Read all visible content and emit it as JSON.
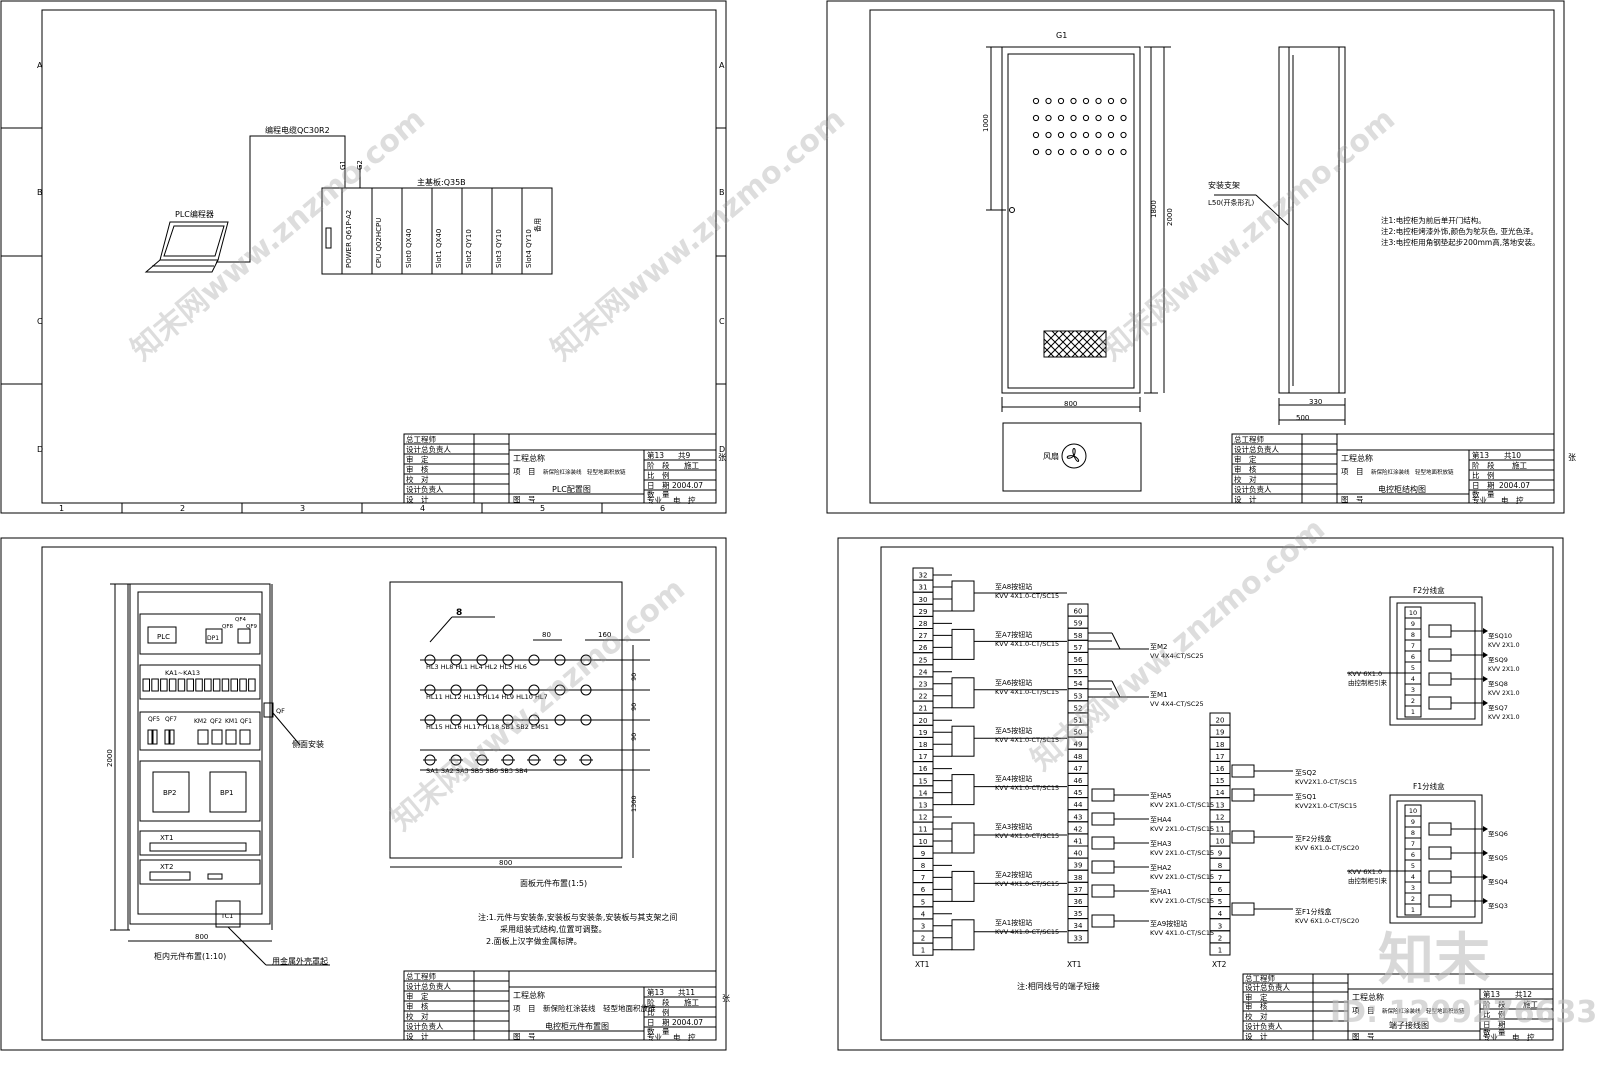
{
  "sheet1": {
    "cable": "编程电缆QC30R2",
    "laptop": "PLC编程器",
    "baseboard": "主基板:Q35B",
    "g_labels": [
      "G1",
      "G2"
    ],
    "modules": [
      "POWER Q61P-A2",
      "CPU Q02HCPU",
      "Slot0 QX40",
      "Slot1 QX40",
      "Slot2 QY10",
      "Slot3 QY10",
      "Slot4 QY10",
      "备用"
    ],
    "rows": [
      "A",
      "B",
      "C",
      "D"
    ],
    "cols": [
      "1",
      "2",
      "3",
      "4",
      "5",
      "6"
    ],
    "tb": {
      "left": [
        "总工程师",
        "设计总负责人",
        "审　定",
        "审　核",
        "校　对",
        "设计负责人",
        "设　计"
      ],
      "project_label": "工程总称",
      "item_label": "项　目",
      "item_value": "新保险杠涂装线　轻型地面积放链",
      "drawing_title": "PLC配置图",
      "drawing_no_label": "图　号",
      "right": [
        "第13",
        "共9",
        "阶　段",
        "施工",
        "比　例",
        "日　期",
        "2004.07",
        "数　量",
        "专业",
        "电　控"
      ]
    }
  },
  "sheet2": {
    "cabinet": "G1",
    "dims": {
      "height_top": "1000",
      "height_mid": "1800",
      "height_all": "2000",
      "width": "800",
      "depth1": "330",
      "depth2": "500"
    },
    "bracket": "安装支架",
    "bracket2": "L50(开条形孔)",
    "fan": "风扇",
    "notes": [
      "注1:电控柜为前后单开门结构。",
      "注2:电控柜烤漆外饰,颜色为鸵灰色, 亚光色泽。",
      "注3:电控柜用角钢垫起步200mm高,落地安装。"
    ],
    "tb": {
      "drawing_title": "电控柜结构图",
      "right": [
        "第13",
        "共10",
        "阶　段",
        "施工",
        "比　例",
        "日　期",
        "2004.07",
        "数　量",
        "专业",
        "电　控"
      ]
    }
  },
  "sheet3": {
    "height": "2000",
    "width": "800",
    "components": [
      "PLC",
      "DP1",
      "QF8",
      "QF9",
      "QF4",
      "KA1~KA13",
      "QF5",
      "QF7",
      "KM2",
      "QF2",
      "KM1",
      "QF1",
      "BP2",
      "BP1",
      "XT1",
      "XT2",
      "TC1",
      "QF"
    ],
    "side": "侧面安装",
    "enclosure": "用金属外壳罩起",
    "layout_title": "柜内元件布置(1:10)",
    "panel_title": "面板元件布置(1:5)",
    "panel_width": "800",
    "panel_height": "1300",
    "panel_dims": [
      "80",
      "160",
      "90",
      "90",
      "90"
    ],
    "panel_label": "8",
    "panel_rows": [
      "HL3  HL8  HL1  HL4  HL2  HL5  HL6",
      "HL11 HL12 HL13 HL14 HL9  HL10 HL7",
      "HL15 HL16 HL17 HL18 SB1  SB2  EMS1",
      "SA1  SA2  SA3  SB5  SB6  SB3  SB4"
    ],
    "notes": [
      "注:1.元件与安装条,安装板与安装条,安装板与其支架之间",
      "采用组装式结构,位置可调整。",
      "2.面板上汉字做金属标牌。"
    ],
    "tb": {
      "drawing_title": "电控柜元件布置图",
      "right": [
        "第13",
        "共11",
        "阶　段",
        "施工",
        "比　例",
        "日　期",
        "2004.07",
        "数　量",
        "专业",
        "电　控"
      ]
    }
  },
  "sheet4": {
    "xt1_label": "XT1",
    "xt1_label2": "XT1",
    "xt2_label": "XT2",
    "stations": [
      {
        "to": "至A8按钮站",
        "cable": "KVV 4X1.0-CT/SC15"
      },
      {
        "to": "至A7按钮站",
        "cable": "KVV 4X1.0-CT/SC15"
      },
      {
        "to": "至A6按钮站",
        "cable": "KVV 4X1.0-CT/SC15"
      },
      {
        "to": "至A5按钮站",
        "cable": "KVV 4X1.0-CT/SC15"
      },
      {
        "to": "至A4按钮站",
        "cable": "KVV 4X1.0-CT/SC15"
      },
      {
        "to": "至A3按钮站",
        "cable": "KVV 4X1.0-CT/SC15"
      },
      {
        "to": "至A2按钮站",
        "cable": "KVV 4X1.0-CT/SC15"
      },
      {
        "to": "至A1按钮站",
        "cable": "KVV 4X1.0-CT/SC15"
      }
    ],
    "motors": [
      {
        "to": "至M2",
        "cable": "VV 4X4-CT/SC25"
      },
      {
        "to": "至M1",
        "cable": "VV 4X4-CT/SC25"
      }
    ],
    "alarms": [
      {
        "to": "至HA5",
        "cable": "KVV 2X1.0-CT/SC15"
      },
      {
        "to": "至HA4",
        "cable": "KVV 2X1.0-CT/SC15"
      },
      {
        "to": "至HA3",
        "cable": "KVV 2X1.0-CT/SC15"
      },
      {
        "to": "至HA2",
        "cable": "KVV 2X1.0-CT/SC15"
      },
      {
        "to": "至HA1",
        "cable": "KVV 2X1.0-CT/SC15"
      },
      {
        "to": "至A9按钮站",
        "cable": "KVV 4X1.0-CT/SC15"
      }
    ],
    "sq": [
      {
        "to": "至SQ2",
        "cable": "KVV2X1.0-CT/SC15"
      },
      {
        "to": "至SQ1",
        "cable": "KVV2X1.0-CT/SC15"
      }
    ],
    "boxes": [
      {
        "to": "至F2分线盒",
        "cable": "KVV 6X1.0-CT/SC20"
      },
      {
        "to": "至F1分线盒",
        "cable": "KVV 6X1.0-CT/SC20"
      }
    ],
    "f2_title": "F2分线盒",
    "f1_title": "F1分线盒",
    "f_in": "KVV 6X1.0",
    "f_in2": "由控制柜引来",
    "f2_out": [
      "至SQ10",
      "至SQ9",
      "至SQ8",
      "至SQ7"
    ],
    "f1_out": [
      "至SQ6",
      "至SQ5",
      "至SQ4",
      "至SQ3"
    ],
    "f_out_cable": "KVV 2X1.0",
    "note": "注:相同线号的端子短接",
    "tb": {
      "drawing_title": "端子接线图",
      "right": [
        "第13",
        "共12",
        "阶　段",
        "施工",
        "比　例",
        "日　期",
        "数　量",
        "专业",
        "电　控"
      ]
    },
    "brand": "知末",
    "id_text": "ID: 1209276633"
  },
  "watermark": "知末网www.znzmo.com",
  "side_mark": "张"
}
